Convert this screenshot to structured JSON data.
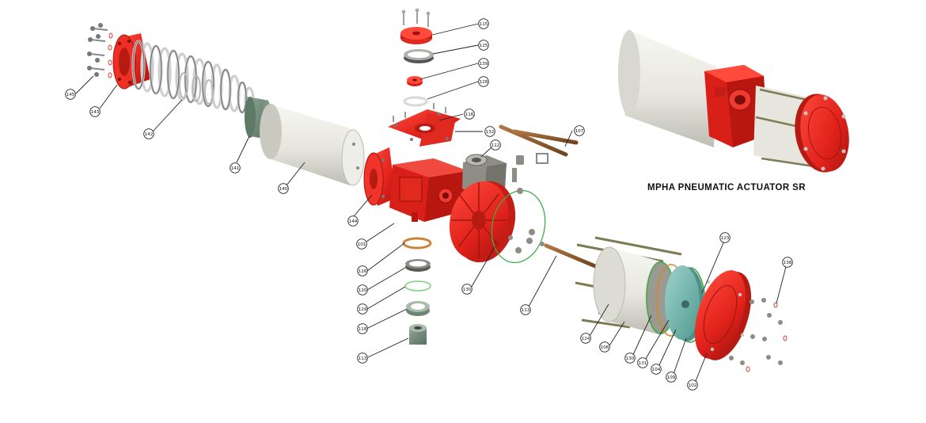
{
  "title": "MPHA PNEUMATIC ACTUATOR SR",
  "colors": {
    "red": "#e8251f",
    "white_body": "#e9e9e2",
    "grey_steel": "#9a9a9a",
    "green_gray": "#6f8a77",
    "teal_piston": "#6fb1a9",
    "brown_rod": "#8a5a2b"
  },
  "callouts": [
    {
      "id": "c145",
      "label": "145"
    },
    {
      "id": "c143",
      "label": "143"
    },
    {
      "id": "c142",
      "label": "142"
    },
    {
      "id": "c141",
      "label": "141"
    },
    {
      "id": "c140",
      "label": "140"
    },
    {
      "id": "c144",
      "label": "144"
    },
    {
      "id": "c101",
      "label": "101"
    },
    {
      "id": "c115",
      "label": "115"
    },
    {
      "id": "c125",
      "label": "125"
    },
    {
      "id": "c139",
      "label": "139"
    },
    {
      "id": "c128",
      "label": "128"
    },
    {
      "id": "c116",
      "label": "116"
    },
    {
      "id": "c132",
      "label": "132"
    },
    {
      "id": "c112",
      "label": "112"
    },
    {
      "id": "c107",
      "label": "107"
    },
    {
      "id": "c126",
      "label": "126"
    },
    {
      "id": "c120",
      "label": "120"
    },
    {
      "id": "c129",
      "label": "129"
    },
    {
      "id": "c118",
      "label": "118"
    },
    {
      "id": "c113",
      "label": "113"
    },
    {
      "id": "c130",
      "label": "130"
    },
    {
      "id": "c113b",
      "label": "113"
    },
    {
      "id": "c123",
      "label": "123"
    },
    {
      "id": "c124",
      "label": "124"
    },
    {
      "id": "c106",
      "label": "106"
    },
    {
      "id": "c130b",
      "label": "130"
    },
    {
      "id": "c131",
      "label": "131"
    },
    {
      "id": "c104",
      "label": "104"
    },
    {
      "id": "c109",
      "label": "109"
    },
    {
      "id": "c102",
      "label": "102"
    },
    {
      "id": "c138",
      "label": "138"
    }
  ]
}
